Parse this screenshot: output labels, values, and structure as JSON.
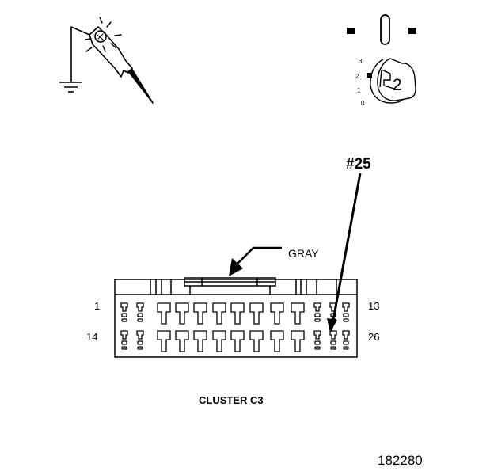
{
  "callout": {
    "pin_ref": "#25",
    "wire_color": "GRAY"
  },
  "connector": {
    "name": "CLUSTER C3",
    "top_row_first_pin": "1",
    "top_row_last_pin": "13",
    "bottom_row_first_pin": "14",
    "bottom_row_last_pin": "26",
    "pins_per_row": 13,
    "highlighted_pin": 25
  },
  "ignition_switch": {
    "positions": [
      "3",
      "2",
      "1",
      "0"
    ],
    "selected_position": "2"
  },
  "figure_number": "182280",
  "icons": [
    "test-light-icon",
    "ground-symbol-icon",
    "fuse-icon",
    "ignition-switch-icon"
  ]
}
